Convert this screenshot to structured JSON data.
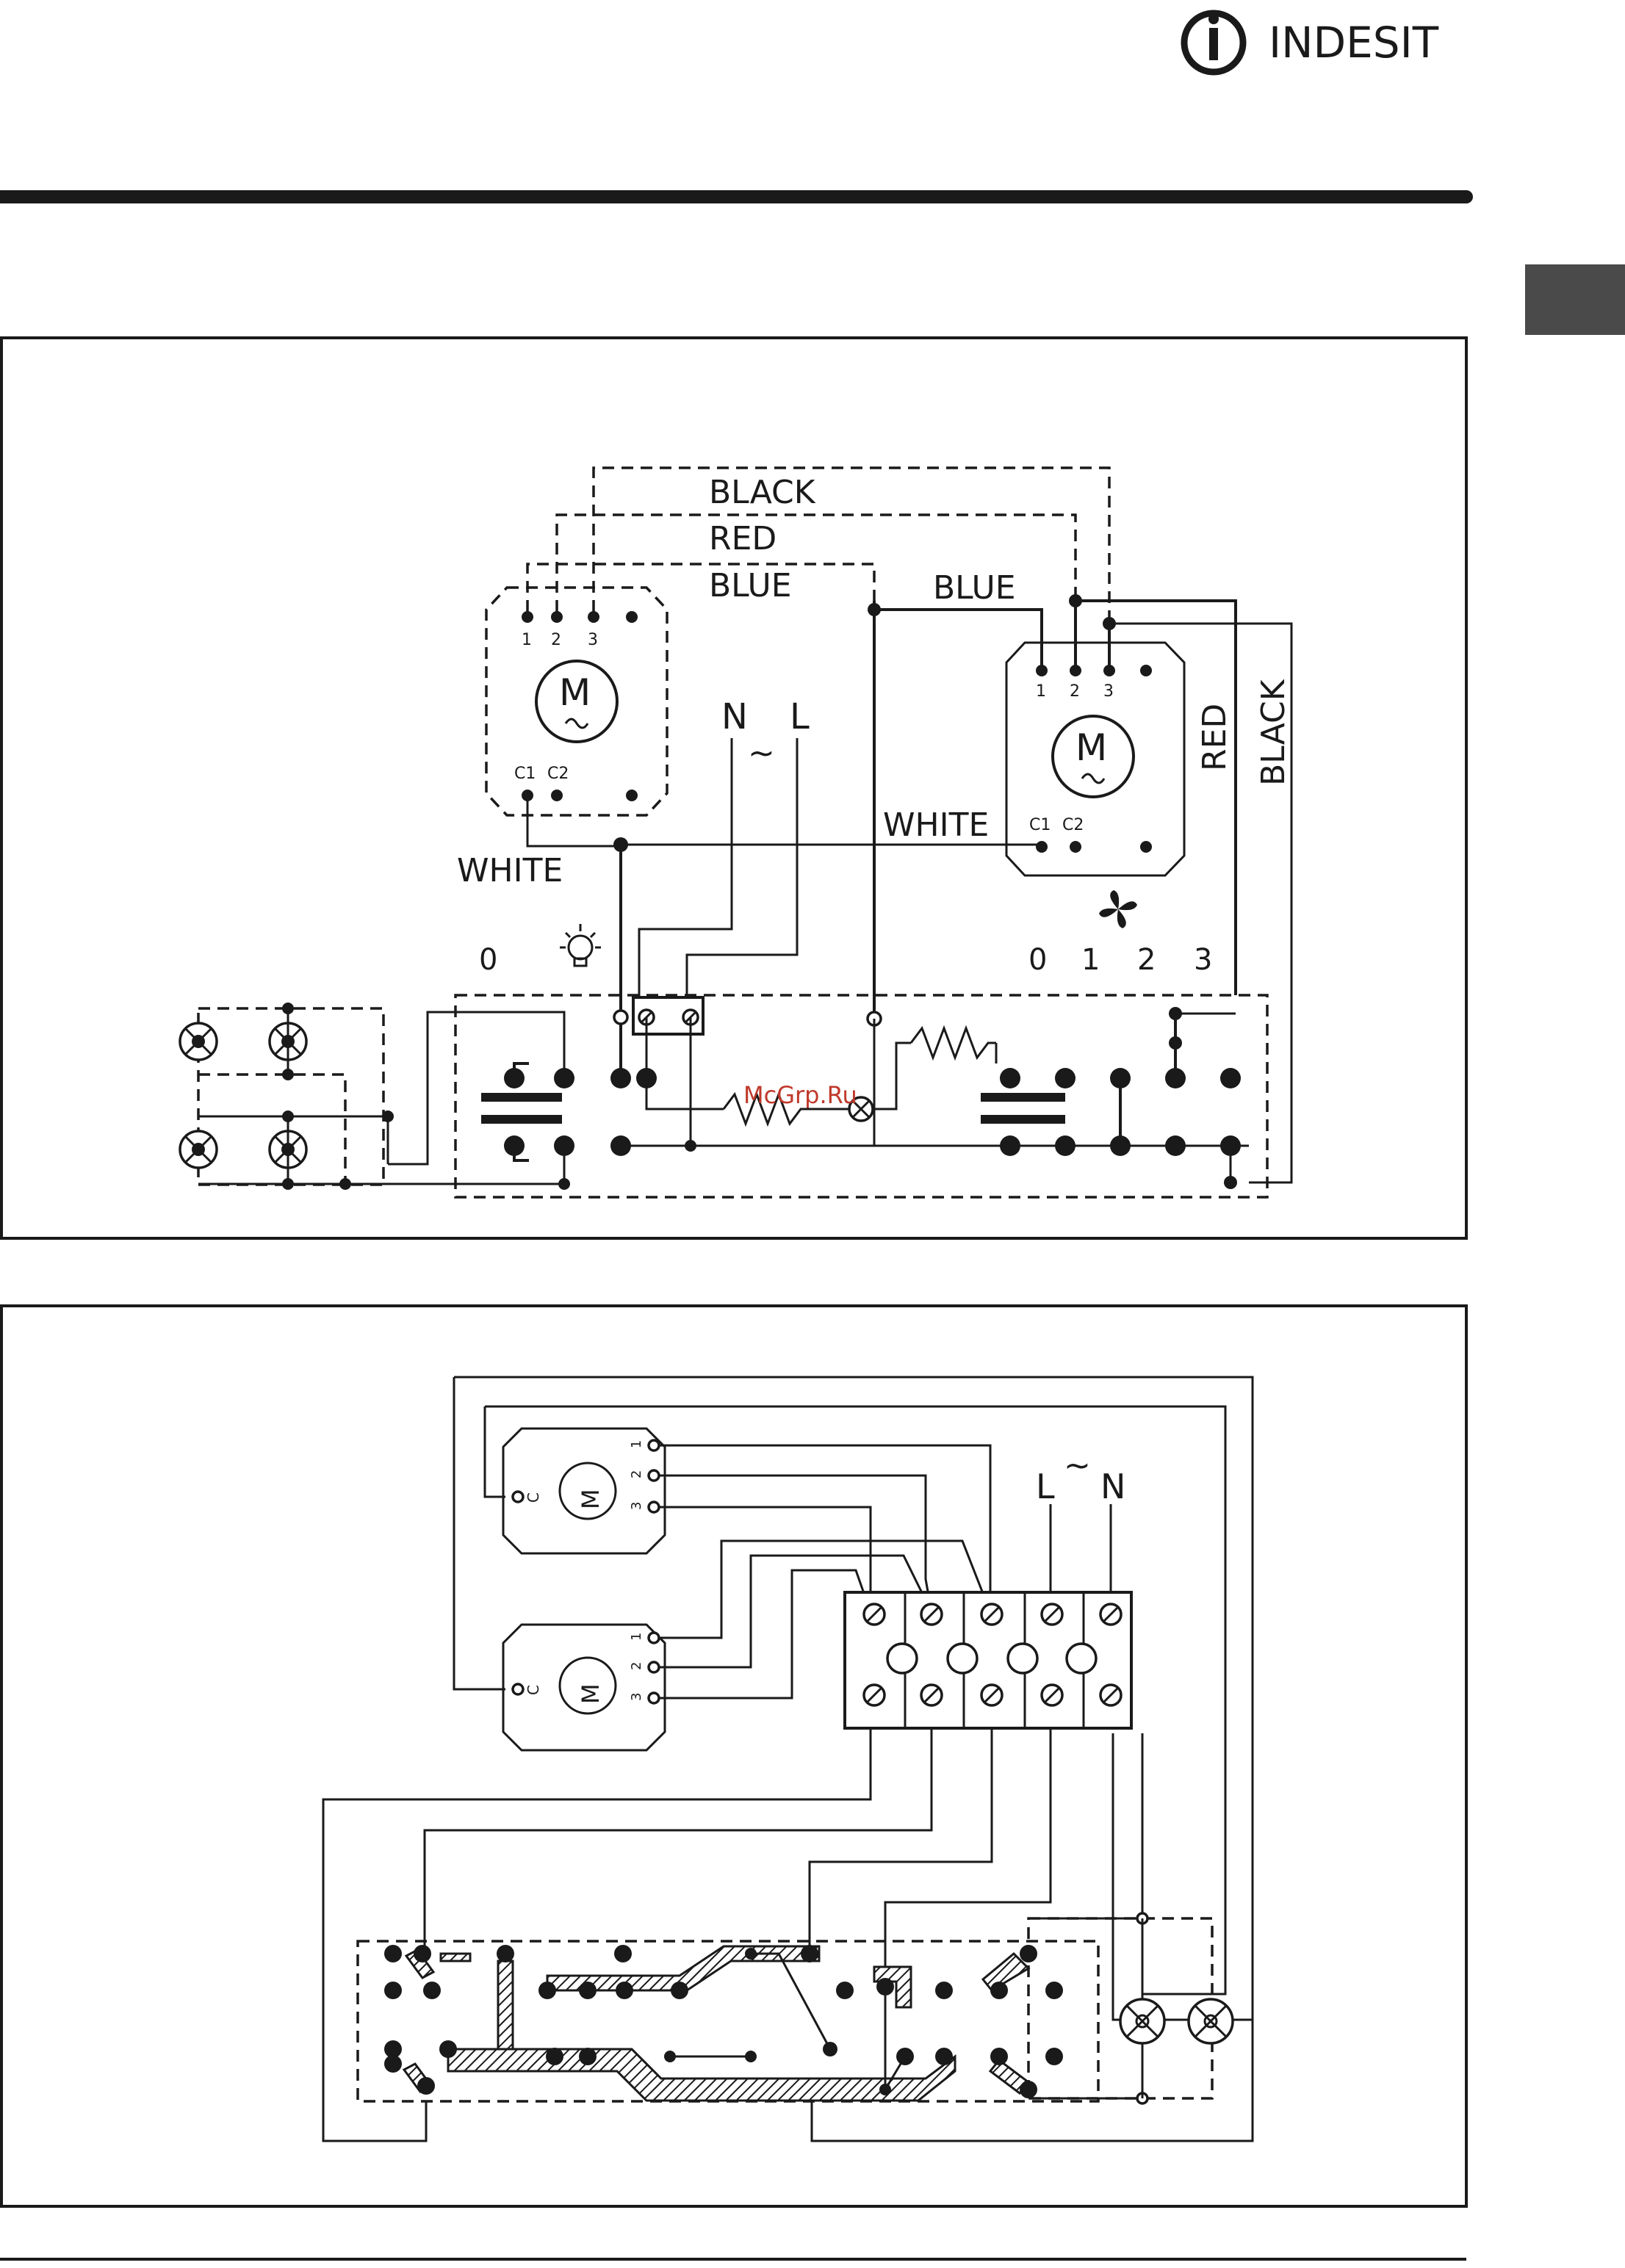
{
  "brand": {
    "logo_text": "INDESIT"
  },
  "diagram1": {
    "wire_labels": {
      "black_top": "BLACK",
      "red_top": "RED",
      "blue_top": "BLUE",
      "blue_right": "BLUE",
      "white_left": "WHITE",
      "white_right": "WHITE",
      "red_side": "RED",
      "black_side": "BLACK"
    },
    "motor_label": "M",
    "motor_left_pins": [
      "1",
      "2",
      "3"
    ],
    "motor_left_caps": [
      "C1",
      "C2"
    ],
    "motor_right_pins": [
      "1",
      "2",
      "3"
    ],
    "motor_right_caps": [
      "C1",
      "C2"
    ],
    "supply": {
      "neutral": "N",
      "line": "L",
      "ac": "~"
    },
    "light_switch_position": "0",
    "fan_switch_positions": [
      "0",
      "1",
      "2",
      "3"
    ],
    "icons": [
      "light-bulb-icon",
      "fan-icon",
      "lamp-icon"
    ],
    "watermark": "McGrp.Ru"
  },
  "diagram2": {
    "motor_label": "M",
    "motor_pins": [
      "1",
      "2",
      "3"
    ],
    "motor_cap": "C",
    "supply": {
      "line": "L",
      "neutral": "N",
      "ac": "~"
    }
  }
}
